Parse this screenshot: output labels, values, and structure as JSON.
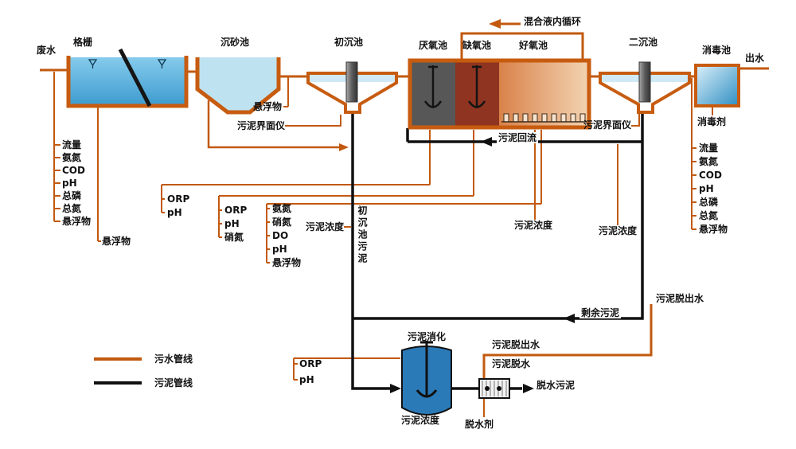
{
  "stages": {
    "influent": "废水",
    "screen": "格栅",
    "grit_chamber": "沉砂池",
    "primary_clarifier": "初沉池",
    "anaerobic": "厌氧池",
    "anoxic": "缺氧池",
    "aerobic": "好氧池",
    "secondary_clarifier": "二沉池",
    "disinfection": "消毒池",
    "effluent": "出水",
    "digester": "污泥消化"
  },
  "flows": {
    "internal_recycle": "混合液内循环",
    "sludge_return": "污泥回流",
    "excess_sludge": "剩余污泥",
    "primary_sludge": "初沉池污泥",
    "filtrate_right": "污泥脱出水",
    "filtrate_mid": "污泥脱出水",
    "sludge_dewatering": "污泥脱水",
    "dewatered_sludge": "脱水污泥",
    "dewatering_agent": "脱水剂",
    "disinfectant": "消毒剂"
  },
  "instruments": {
    "influent_params": [
      "流量",
      "氨氮",
      "COD",
      "pH",
      "总磷",
      "总氮",
      "悬浮物"
    ],
    "effluent_params": [
      "流量",
      "氨氮",
      "COD",
      "pH",
      "总磷",
      "总氮",
      "悬浮物"
    ],
    "screen_ss": "悬浮物",
    "grit_out_ss": "悬浮物",
    "primary_blanket_meter": "污泥界面仪",
    "secondary_blanket_meter": "污泥界面仪",
    "anaerobic_params": [
      "ORP",
      "pH"
    ],
    "anoxic_params": [
      "ORP",
      "pH",
      "硝氮"
    ],
    "aerobic_params": [
      "氨氮",
      "硝氮",
      "DO",
      "pH",
      "悬浮物"
    ],
    "primary_sludge_conc": "污泥浓度",
    "mlss": "污泥浓度",
    "return_sludge_conc": "污泥浓度",
    "digester_params": [
      "ORP",
      "pH"
    ],
    "digester_conc": "污泥浓度"
  },
  "legend": {
    "sewage": "污水管线",
    "sludge": "污泥管线"
  },
  "colors": {
    "sewage_line": "#c2590f",
    "sludge_line": "#101010",
    "anaerobic_fill": "#575757",
    "anoxic_fill": "#8e3420",
    "aerobic_fill": "#e0915e",
    "water_fill": "#4aa8d8"
  }
}
